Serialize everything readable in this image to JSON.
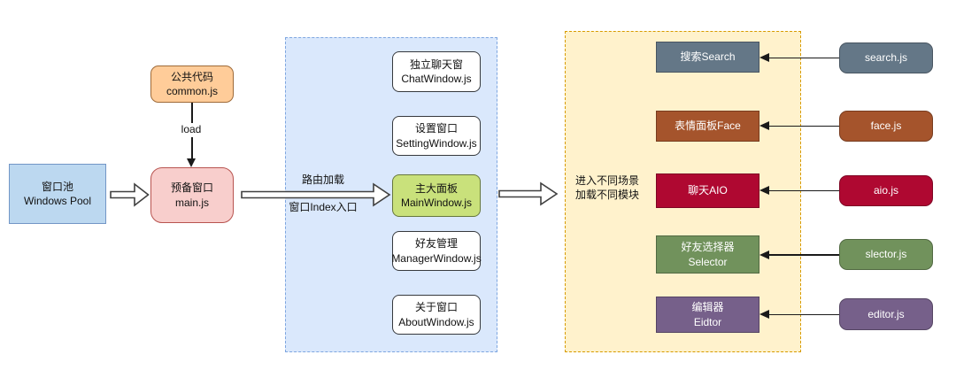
{
  "diagram": {
    "boxes": {
      "common": {
        "line1": "公共代码",
        "line2": "common.js"
      },
      "pool": {
        "line1": "窗口池",
        "line2": "Windows Pool"
      },
      "main": {
        "line1": "预备窗口",
        "line2": "main.js"
      }
    },
    "labels": {
      "load": "load",
      "route_top": "路由加载",
      "route_bottom": "窗口Index入口",
      "scene_line1": "进入不同场景",
      "scene_line2": "加载不同模块"
    },
    "windows": [
      {
        "line1": "独立聊天窗",
        "line2": "ChatWindow.js"
      },
      {
        "line1": "设置窗口",
        "line2": "SettingWindow.js"
      },
      {
        "line1": "主大面板",
        "line2": "MainWindow.js"
      },
      {
        "line1": "好友管理",
        "line2": "ManagerWindow.js"
      },
      {
        "line1": "关于窗口",
        "line2": "AboutWindow.js"
      }
    ],
    "modules": [
      {
        "line1": "搜索Search",
        "line2": "",
        "color": "#647787"
      },
      {
        "line1": "表情面板Face",
        "line2": "",
        "color": "#A5542C"
      },
      {
        "line1": "聊天AIO",
        "line2": "",
        "color": "#AF0831"
      },
      {
        "line1": "好友选择器",
        "line2": "Selector",
        "color": "#71925C"
      },
      {
        "line1": "编辑器",
        "line2": "Eidtor",
        "color": "#76608A"
      }
    ],
    "scripts": [
      {
        "label": "search.js",
        "color": "#647787"
      },
      {
        "label": "face.js",
        "color": "#A5542C"
      },
      {
        "label": "aio.js",
        "color": "#AF0831"
      },
      {
        "label": "slector.js",
        "color": "#71925C"
      },
      {
        "label": "editor.js",
        "color": "#76608A"
      }
    ],
    "theme": {
      "blue_container_fill": "#DAE8FC",
      "blue_container_border": "#7EA6E0",
      "yellow_container_fill": "#FFF2CC",
      "yellow_container_border": "#D79B00",
      "pool_fill": "#BCD8F0",
      "common_fill": "#FFCC99",
      "main_fill": "#F8CECC",
      "main_window_fill": "#C9E17B"
    }
  }
}
